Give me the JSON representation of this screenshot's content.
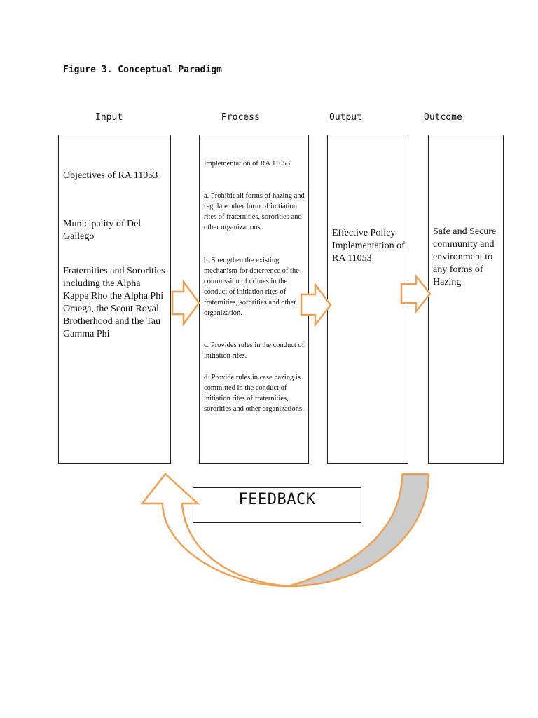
{
  "figure_title": "Figure 3. Conceptual Paradigm",
  "columns": {
    "input": "Input",
    "process": "Process",
    "output": "Output",
    "outcome": "Outcome"
  },
  "input_box": {
    "item1": "Objectives of RA 11053",
    "item2": "Municipality of Del Gallego",
    "item3": "Fraternities and Sororities including the Alpha Kappa Rho the Alpha Phi Omega, the Scout Royal Brotherhood and the Tau Gamma Phi"
  },
  "process_box": {
    "heading": "Implementation of RA 11053",
    "a": "a. Prohibit all forms of hazing and regulate other form of initiation rites of fraternities, sororities and other organizations.",
    "b": "b. Strengthen the existing mechanism for deterrence of the commission of crimes in the conduct of initiation rites of fraternities, sororities and other organization.",
    "c": "c. Provides rules in the conduct of initiation rites.",
    "d": "d. Provide rules in case hazing is committed in the conduct of initiation rites of fraternities, sororities and other organizations."
  },
  "output_box": {
    "text": "Effective Policy Implementation of RA 11053"
  },
  "outcome_box": {
    "text": "Safe and Secure community and environment to any forms of Hazing"
  },
  "feedback": {
    "label": "FEEDBACK"
  },
  "colors": {
    "arrow_stroke": "#f0a050",
    "arrow_fill_gray": "#cccccc",
    "border": "#222222"
  }
}
